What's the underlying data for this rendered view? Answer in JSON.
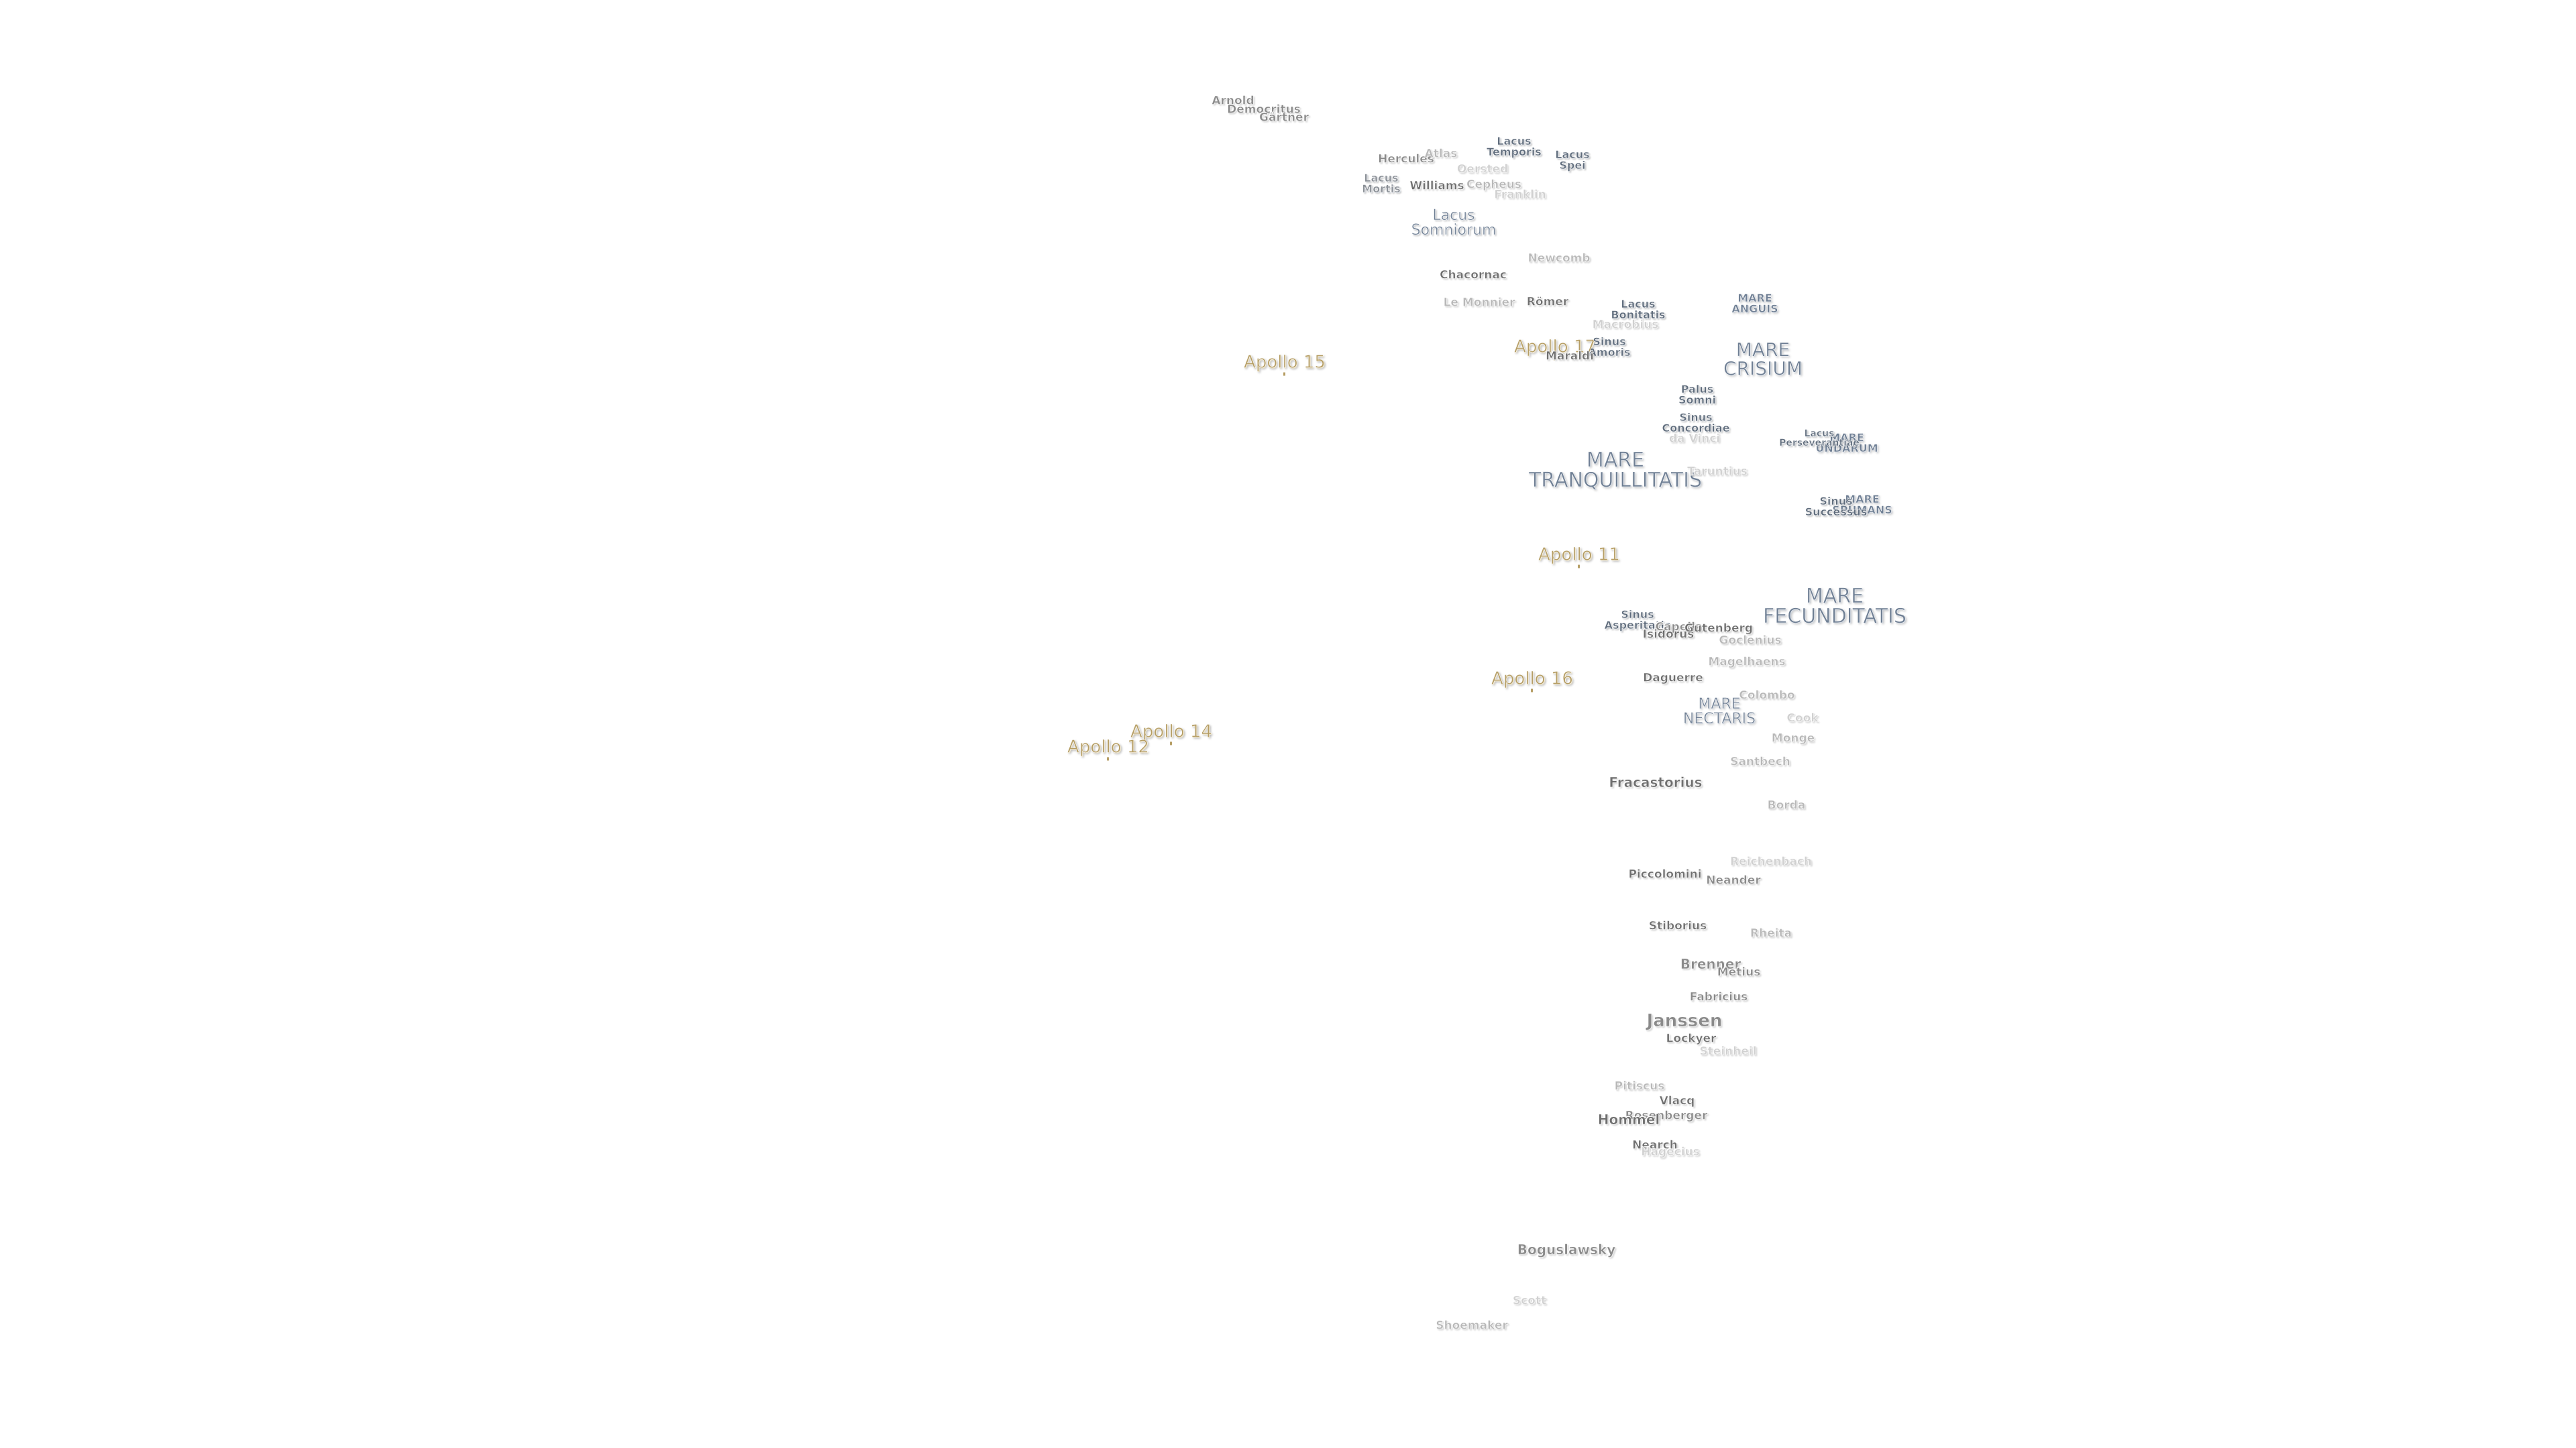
{
  "map": {
    "apollo_sites": [
      {
        "id": "apollo-15",
        "label": "Apollo 15"
      },
      {
        "id": "apollo-17",
        "label": "Apollo 17"
      },
      {
        "id": "apollo-11",
        "label": "Apollo 11"
      },
      {
        "id": "apollo-16",
        "label": "Apollo 16"
      },
      {
        "id": "apollo-14",
        "label": "Apollo 14"
      },
      {
        "id": "apollo-12",
        "label": "Apollo 12"
      }
    ],
    "maria": [
      {
        "id": "mare-tranquillitatis",
        "label": "MARE\nTRANQUILLITATIS"
      },
      {
        "id": "mare-crisium",
        "label": "MARE\nCRISIUM"
      },
      {
        "id": "mare-fecunditatis",
        "label": "MARE\nFECUNDITATIS"
      },
      {
        "id": "mare-nectaris",
        "label": "MARE\nNECTARIS"
      },
      {
        "id": "mare-anguis",
        "label": "MARE\nANGUIS"
      },
      {
        "id": "mare-undarum",
        "label": "MARE\nUNDARUM"
      },
      {
        "id": "mare-spumans",
        "label": "MARE\nSPUMANS"
      }
    ],
    "lacus_sinus": [
      {
        "id": "lacus-temporis",
        "label": "Lacus\nTemporis"
      },
      {
        "id": "lacus-spei",
        "label": "Lacus\nSpei"
      },
      {
        "id": "lacus-mortis",
        "label": "Lacus\nMortis"
      },
      {
        "id": "lacus-somniorum",
        "label": "Lacus\nSomniorum"
      },
      {
        "id": "lacus-bonitatis",
        "label": "Lacus\nBonitatis"
      },
      {
        "id": "sinus-amoris",
        "label": "Sinus\nAmoris"
      },
      {
        "id": "palus-somni",
        "label": "Palus\nSomni"
      },
      {
        "id": "sinus-concordiae",
        "label": "Sinus\nConcordiae"
      },
      {
        "id": "lacus-perseverantiae",
        "label": "Lacus\nPerseverantiae"
      },
      {
        "id": "sinus-successus",
        "label": "Sinus\nSuccessus"
      },
      {
        "id": "sinus-asperitatis",
        "label": "Sinus\nAsperitatis"
      }
    ],
    "craters": [
      {
        "id": "arnold",
        "label": "Arnold"
      },
      {
        "id": "democritus",
        "label": "Democritus"
      },
      {
        "id": "gartner",
        "label": "Gärtner"
      },
      {
        "id": "hercules",
        "label": "Hercules"
      },
      {
        "id": "atlas",
        "label": "Atlas"
      },
      {
        "id": "cepheus",
        "label": "Cepheus"
      },
      {
        "id": "oersted",
        "label": "Oersted"
      },
      {
        "id": "williams",
        "label": "Williams"
      },
      {
        "id": "franklin",
        "label": "Franklin"
      },
      {
        "id": "newcomb",
        "label": "Newcomb"
      },
      {
        "id": "chacornac",
        "label": "Chacornac"
      },
      {
        "id": "le-monnier",
        "label": "Le Monnier"
      },
      {
        "id": "romer",
        "label": "Römer"
      },
      {
        "id": "macrobius",
        "label": "Macrobius"
      },
      {
        "id": "maraldi",
        "label": "Maraldi"
      },
      {
        "id": "da-vinci",
        "label": "da Vinci"
      },
      {
        "id": "taruntius",
        "label": "Taruntius"
      },
      {
        "id": "isidorus",
        "label": "Isidorus"
      },
      {
        "id": "capella",
        "label": "Capella"
      },
      {
        "id": "gutenberg",
        "label": "Gutenberg"
      },
      {
        "id": "goclenius",
        "label": "Goclenius"
      },
      {
        "id": "magelhaens",
        "label": "Magelhaens"
      },
      {
        "id": "daguerre",
        "label": "Daguerre"
      },
      {
        "id": "colombo",
        "label": "Colombo"
      },
      {
        "id": "cook",
        "label": "Cook"
      },
      {
        "id": "monge",
        "label": "Monge"
      },
      {
        "id": "santbech",
        "label": "Santbech"
      },
      {
        "id": "fracastorius",
        "label": "Fracastorius"
      },
      {
        "id": "borda",
        "label": "Borda"
      },
      {
        "id": "reichenbach",
        "label": "Reichenbach"
      },
      {
        "id": "piccolomini",
        "label": "Piccolomini"
      },
      {
        "id": "neander",
        "label": "Neander"
      },
      {
        "id": "stiborius",
        "label": "Stiborius"
      },
      {
        "id": "rheita",
        "label": "Rheita"
      },
      {
        "id": "brenner",
        "label": "Brenner"
      },
      {
        "id": "metius",
        "label": "Metius"
      },
      {
        "id": "fabricius",
        "label": "Fabricius"
      },
      {
        "id": "janssen",
        "label": "Janssen"
      },
      {
        "id": "lockyer",
        "label": "Lockyer"
      },
      {
        "id": "steinheil",
        "label": "Steinheil"
      },
      {
        "id": "pitiscus",
        "label": "Pitiscus"
      },
      {
        "id": "vlacq",
        "label": "Vlacq"
      },
      {
        "id": "rosenberger",
        "label": "Rosenberger"
      },
      {
        "id": "hommel",
        "label": "Hommel"
      },
      {
        "id": "nearch",
        "label": "Nearch"
      },
      {
        "id": "hagecius",
        "label": "Hagecius"
      },
      {
        "id": "boguslawsky",
        "label": "Boguslawsky"
      },
      {
        "id": "scott",
        "label": "Scott"
      },
      {
        "id": "shoemaker",
        "label": "Shoemaker"
      }
    ]
  }
}
